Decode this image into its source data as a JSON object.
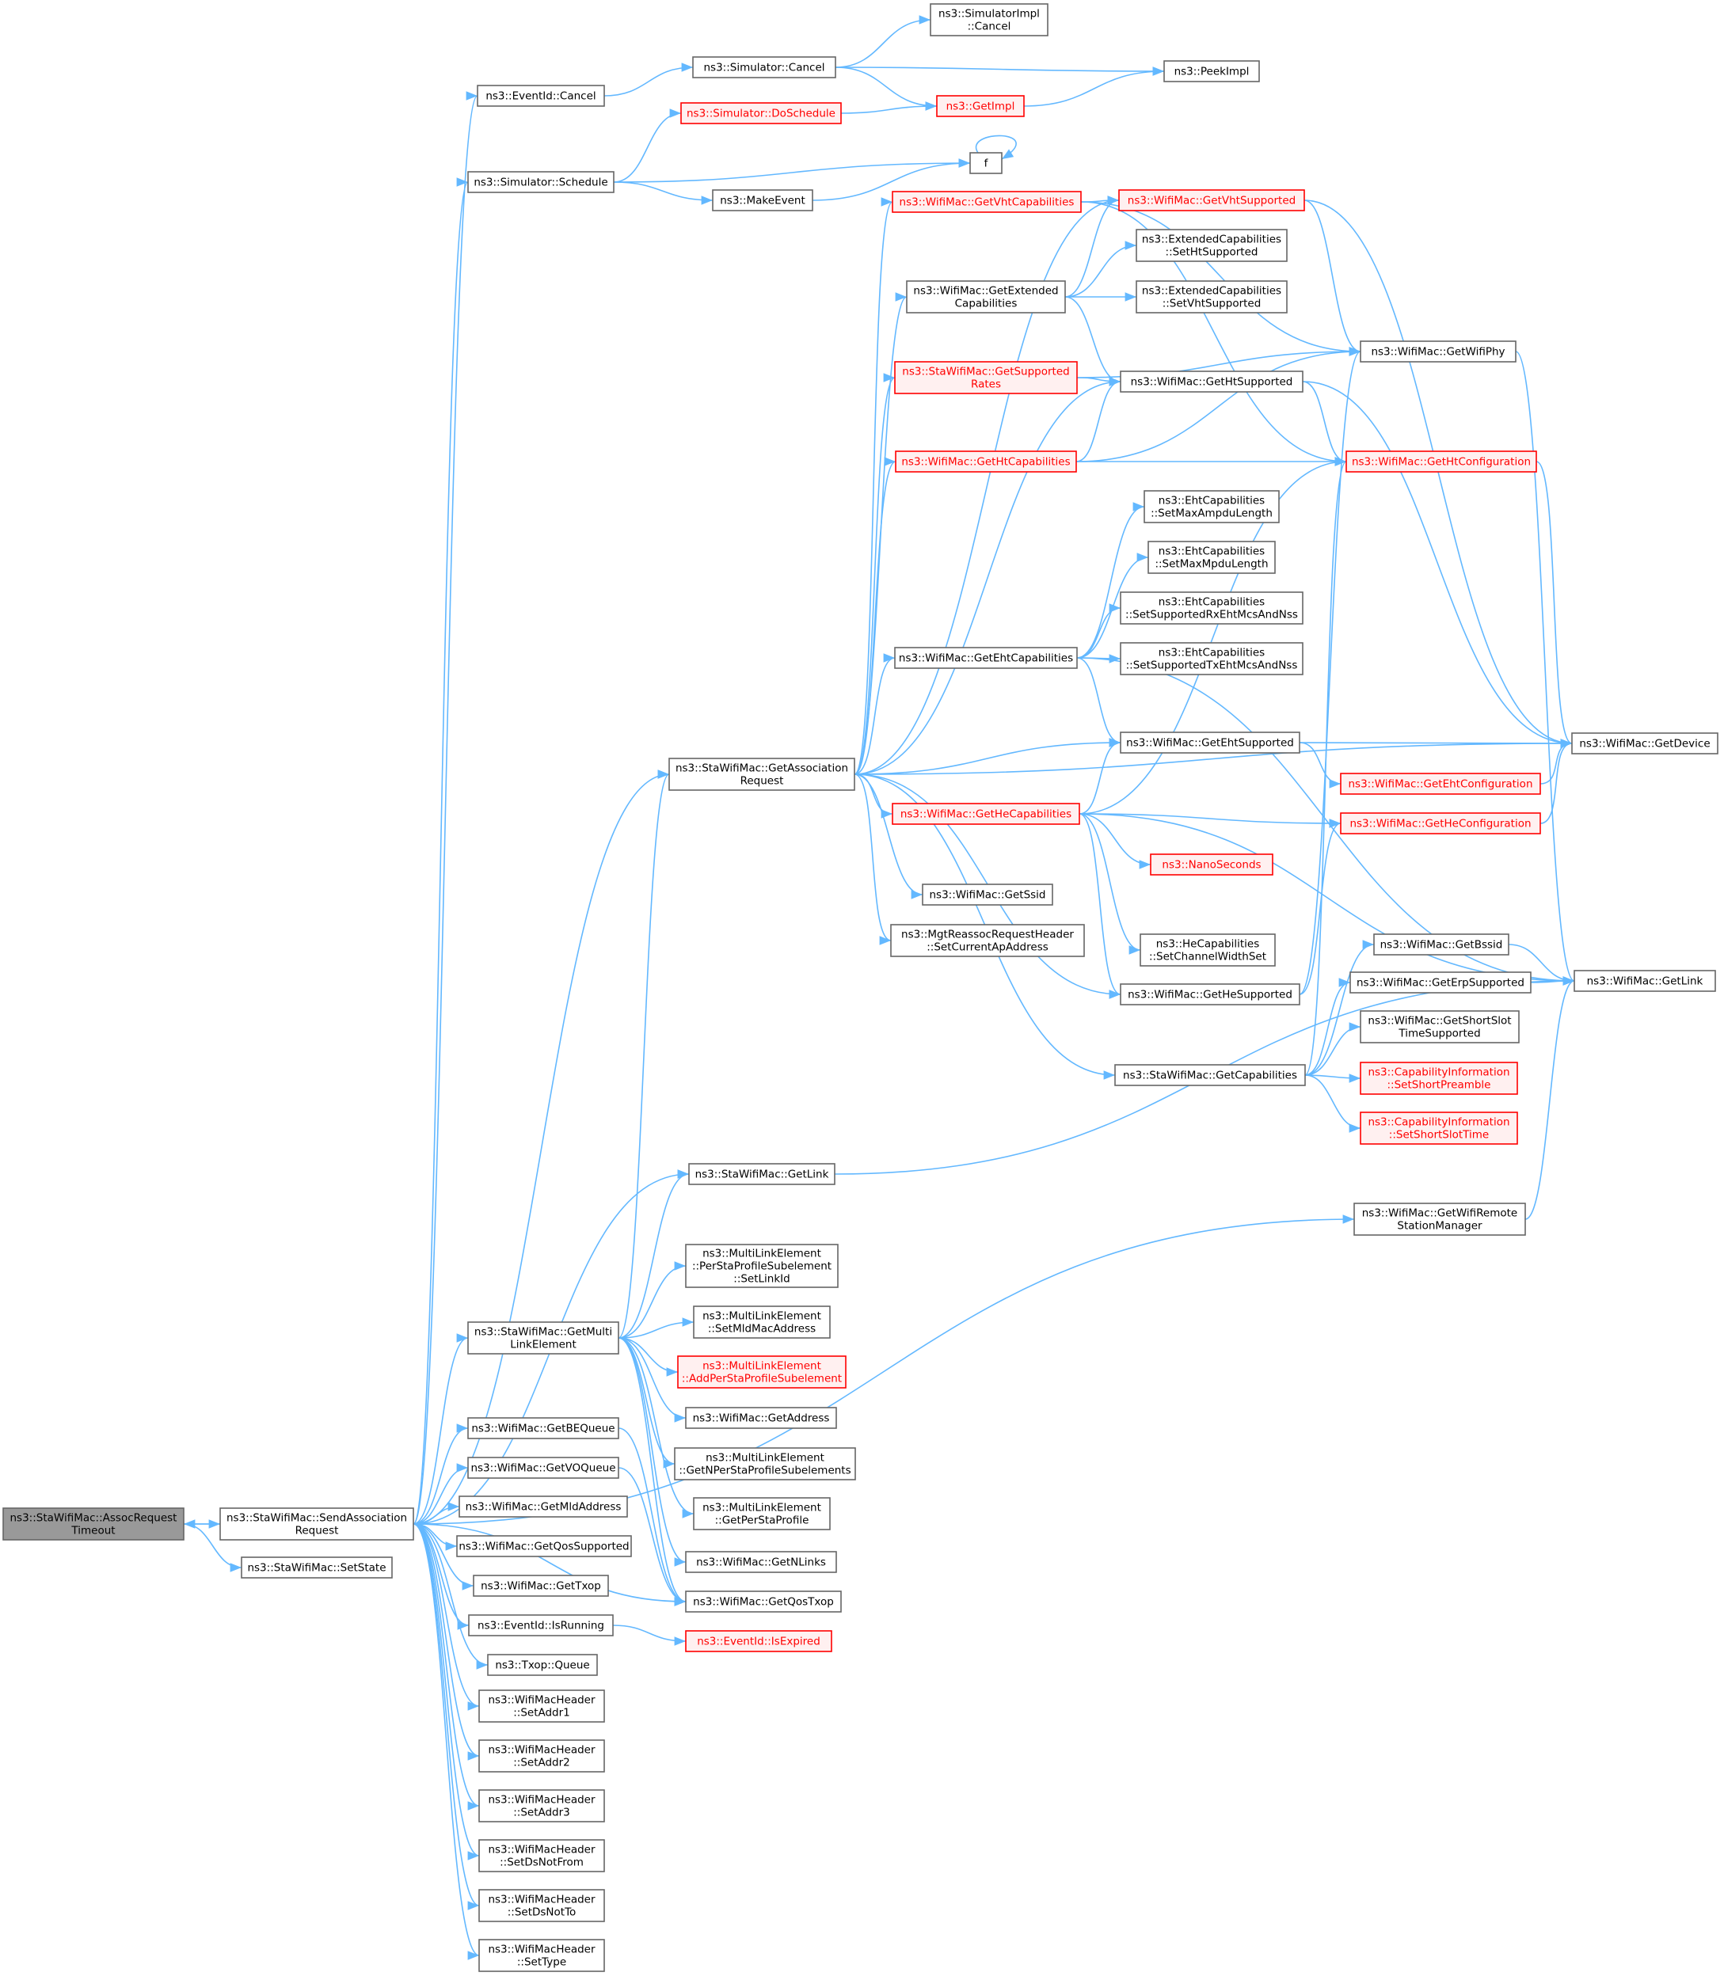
{
  "colors": {
    "edge": "#63b8ff",
    "node_border": "#666666",
    "node_fill": "#ffffff",
    "link_red": "#ff0000",
    "red_fill": "#fff0f0",
    "root_fill": "#999999"
  },
  "nodes": [
    {
      "id": "root",
      "lines": [
        "ns3::StaWifiMac::AssocRequest",
        "Timeout"
      ],
      "style": "root"
    },
    {
      "id": "send",
      "lines": [
        "ns3::StaWifiMac::SendAssociation",
        "Request"
      ],
      "style": "normal"
    },
    {
      "id": "setstate",
      "lines": [
        "ns3::StaWifiMac::SetState"
      ],
      "style": "normal"
    },
    {
      "id": "evcancel",
      "lines": [
        "ns3::EventId::Cancel"
      ],
      "style": "normal"
    },
    {
      "id": "simschedule",
      "lines": [
        "ns3::Simulator::Schedule"
      ],
      "style": "normal"
    },
    {
      "id": "simcancel",
      "lines": [
        "ns3::Simulator::Cancel"
      ],
      "style": "normal"
    },
    {
      "id": "simimplcancel",
      "lines": [
        "ns3::SimulatorImpl",
        "::Cancel"
      ],
      "style": "normal"
    },
    {
      "id": "peekimpl",
      "lines": [
        "ns3::PeekImpl"
      ],
      "style": "normal"
    },
    {
      "id": "getimpl",
      "lines": [
        "ns3::GetImpl"
      ],
      "style": "red"
    },
    {
      "id": "doschedule",
      "lines": [
        "ns3::Simulator::DoSchedule"
      ],
      "style": "red"
    },
    {
      "id": "f",
      "lines": [
        "f"
      ],
      "style": "normal"
    },
    {
      "id": "makeevent",
      "lines": [
        "ns3::MakeEvent"
      ],
      "style": "normal"
    },
    {
      "id": "getvhtcap",
      "lines": [
        "ns3::WifiMac::GetVhtCapabilities"
      ],
      "style": "red"
    },
    {
      "id": "getvhtsup",
      "lines": [
        "ns3::WifiMac::GetVhtSupported"
      ],
      "style": "red"
    },
    {
      "id": "getextcap",
      "lines": [
        "ns3::WifiMac::GetExtended",
        "Capabilities"
      ],
      "style": "normal"
    },
    {
      "id": "extsetht",
      "lines": [
        "ns3::ExtendedCapabilities",
        "::SetHtSupported"
      ],
      "style": "normal"
    },
    {
      "id": "extsetvht",
      "lines": [
        "ns3::ExtendedCapabilities",
        "::SetVhtSupported"
      ],
      "style": "normal"
    },
    {
      "id": "getsuprates",
      "lines": [
        "ns3::StaWifiMac::GetSupported",
        "Rates"
      ],
      "style": "red"
    },
    {
      "id": "getwifiphy",
      "lines": [
        "ns3::WifiMac::GetWifiPhy"
      ],
      "style": "normal"
    },
    {
      "id": "gethtsup",
      "lines": [
        "ns3::WifiMac::GetHtSupported"
      ],
      "style": "normal"
    },
    {
      "id": "gethtcap",
      "lines": [
        "ns3::WifiMac::GetHtCapabilities"
      ],
      "style": "red"
    },
    {
      "id": "gethtconf",
      "lines": [
        "ns3::WifiMac::GetHtConfiguration"
      ],
      "style": "red"
    },
    {
      "id": "ehtmaxampdu",
      "lines": [
        "ns3::EhtCapabilities",
        "::SetMaxAmpduLength"
      ],
      "style": "normal"
    },
    {
      "id": "ehtmaxmpdu",
      "lines": [
        "ns3::EhtCapabilities",
        "::SetMaxMpduLength"
      ],
      "style": "normal"
    },
    {
      "id": "ehtrx",
      "lines": [
        "ns3::EhtCapabilities",
        "::SetSupportedRxEhtMcsAndNss"
      ],
      "style": "normal"
    },
    {
      "id": "ehttx",
      "lines": [
        "ns3::EhtCapabilities",
        "::SetSupportedTxEhtMcsAndNss"
      ],
      "style": "normal"
    },
    {
      "id": "getehtcap",
      "lines": [
        "ns3::WifiMac::GetEhtCapabilities"
      ],
      "style": "normal"
    },
    {
      "id": "getehtsup",
      "lines": [
        "ns3::WifiMac::GetEhtSupported"
      ],
      "style": "normal"
    },
    {
      "id": "getdevice",
      "lines": [
        "ns3::WifiMac::GetDevice"
      ],
      "style": "normal"
    },
    {
      "id": "getassoc",
      "lines": [
        "ns3::StaWifiMac::GetAssociation",
        "Request"
      ],
      "style": "normal"
    },
    {
      "id": "getehtconf",
      "lines": [
        "ns3::WifiMac::GetEhtConfiguration"
      ],
      "style": "red"
    },
    {
      "id": "gethecap",
      "lines": [
        "ns3::WifiMac::GetHeCapabilities"
      ],
      "style": "red"
    },
    {
      "id": "getheconf",
      "lines": [
        "ns3::WifiMac::GetHeConfiguration"
      ],
      "style": "red"
    },
    {
      "id": "nanosec",
      "lines": [
        "ns3::NanoSeconds"
      ],
      "style": "red"
    },
    {
      "id": "getssid",
      "lines": [
        "ns3::WifiMac::GetSsid"
      ],
      "style": "normal"
    },
    {
      "id": "mgtreassoc",
      "lines": [
        "ns3::MgtReassocRequestHeader",
        "::SetCurrentApAddress"
      ],
      "style": "normal"
    },
    {
      "id": "hechwidth",
      "lines": [
        "ns3::HeCapabilities",
        "::SetChannelWidthSet"
      ],
      "style": "normal"
    },
    {
      "id": "getbssid",
      "lines": [
        "ns3::WifiMac::GetBssid"
      ],
      "style": "normal"
    },
    {
      "id": "getlinkmac",
      "lines": [
        "ns3::WifiMac::GetLink"
      ],
      "style": "normal"
    },
    {
      "id": "getersup",
      "lines": [
        "ns3::WifiMac::GetErpSupported"
      ],
      "style": "normal"
    },
    {
      "id": "gethesup",
      "lines": [
        "ns3::WifiMac::GetHeSupported"
      ],
      "style": "normal"
    },
    {
      "id": "getshortslot",
      "lines": [
        "ns3::WifiMac::GetShortSlot",
        "TimeSupported"
      ],
      "style": "normal"
    },
    {
      "id": "getcaps",
      "lines": [
        "ns3::StaWifiMac::GetCapabilities"
      ],
      "style": "normal"
    },
    {
      "id": "setshortpre",
      "lines": [
        "ns3::CapabilityInformation",
        "::SetShortPreamble"
      ],
      "style": "red"
    },
    {
      "id": "setshortslot",
      "lines": [
        "ns3::CapabilityInformation",
        "::SetShortSlotTime"
      ],
      "style": "red"
    },
    {
      "id": "stagetlink",
      "lines": [
        "ns3::StaWifiMac::GetLink"
      ],
      "style": "normal"
    },
    {
      "id": "getremote",
      "lines": [
        "ns3::WifiMac::GetWifiRemote",
        "StationManager"
      ],
      "style": "normal"
    },
    {
      "id": "mlsetlinkid",
      "lines": [
        "ns3::MultiLinkElement",
        "::PerStaProfileSubelement",
        "::SetLinkId"
      ],
      "style": "normal"
    },
    {
      "id": "getmultilink",
      "lines": [
        "ns3::StaWifiMac::GetMulti",
        "LinkElement"
      ],
      "style": "normal"
    },
    {
      "id": "mlsetmld",
      "lines": [
        "ns3::MultiLinkElement",
        "::SetMldMacAddress"
      ],
      "style": "normal"
    },
    {
      "id": "mladdper",
      "lines": [
        "ns3::MultiLinkElement",
        "::AddPerStaProfileSubelement"
      ],
      "style": "red"
    },
    {
      "id": "getaddress",
      "lines": [
        "ns3::WifiMac::GetAddress"
      ],
      "style": "normal"
    },
    {
      "id": "mlgetn",
      "lines": [
        "ns3::MultiLinkElement",
        "::GetNPerStaProfileSubelements"
      ],
      "style": "normal"
    },
    {
      "id": "mlgetper",
      "lines": [
        "ns3::MultiLinkElement",
        "::GetPerStaProfile"
      ],
      "style": "normal"
    },
    {
      "id": "getbeq",
      "lines": [
        "ns3::WifiMac::GetBEQueue"
      ],
      "style": "normal"
    },
    {
      "id": "getvoq",
      "lines": [
        "ns3::WifiMac::GetVOQueue"
      ],
      "style": "normal"
    },
    {
      "id": "getmld",
      "lines": [
        "ns3::WifiMac::GetMldAddress"
      ],
      "style": "normal"
    },
    {
      "id": "getqossup",
      "lines": [
        "ns3::WifiMac::GetQosSupported"
      ],
      "style": "normal"
    },
    {
      "id": "getnlinks",
      "lines": [
        "ns3::WifiMac::GetNLinks"
      ],
      "style": "normal"
    },
    {
      "id": "gettxop",
      "lines": [
        "ns3::WifiMac::GetTxop"
      ],
      "style": "normal"
    },
    {
      "id": "getqostxop",
      "lines": [
        "ns3::WifiMac::GetQosTxop"
      ],
      "style": "normal"
    },
    {
      "id": "isrunning",
      "lines": [
        "ns3::EventId::IsRunning"
      ],
      "style": "normal"
    },
    {
      "id": "isexpired",
      "lines": [
        "ns3::EventId::IsExpired"
      ],
      "style": "red"
    },
    {
      "id": "txopqueue",
      "lines": [
        "ns3::Txop::Queue"
      ],
      "style": "normal"
    },
    {
      "id": "setaddr1",
      "lines": [
        "ns3::WifiMacHeader",
        "::SetAddr1"
      ],
      "style": "normal"
    },
    {
      "id": "setaddr2",
      "lines": [
        "ns3::WifiMacHeader",
        "::SetAddr2"
      ],
      "style": "normal"
    },
    {
      "id": "setaddr3",
      "lines": [
        "ns3::WifiMacHeader",
        "::SetAddr3"
      ],
      "style": "normal"
    },
    {
      "id": "setdsnotfrom",
      "lines": [
        "ns3::WifiMacHeader",
        "::SetDsNotFrom"
      ],
      "style": "normal"
    },
    {
      "id": "setdsnotto",
      "lines": [
        "ns3::WifiMacHeader",
        "::SetDsNotTo"
      ],
      "style": "normal"
    },
    {
      "id": "settype",
      "lines": [
        "ns3::WifiMacHeader",
        "::SetType"
      ],
      "style": "normal"
    }
  ],
  "edges": [
    [
      "send",
      "root"
    ],
    [
      "root",
      "send"
    ],
    [
      "root",
      "setstate"
    ],
    [
      "send",
      "evcancel"
    ],
    [
      "send",
      "simschedule"
    ],
    [
      "send",
      "getassoc"
    ],
    [
      "send",
      "stagetlink"
    ],
    [
      "send",
      "getremote"
    ],
    [
      "send",
      "getmultilink"
    ],
    [
      "send",
      "getbeq"
    ],
    [
      "send",
      "getvoq"
    ],
    [
      "send",
      "getmld"
    ],
    [
      "send",
      "getqossup"
    ],
    [
      "send",
      "gettxop"
    ],
    [
      "send",
      "isrunning"
    ],
    [
      "send",
      "txopqueue"
    ],
    [
      "send",
      "setaddr1"
    ],
    [
      "send",
      "setaddr2"
    ],
    [
      "send",
      "setaddr3"
    ],
    [
      "send",
      "setdsnotfrom"
    ],
    [
      "send",
      "setdsnotto"
    ],
    [
      "send",
      "settype"
    ],
    [
      "send",
      "getqostxop"
    ],
    [
      "evcancel",
      "simcancel"
    ],
    [
      "simcancel",
      "simimplcancel"
    ],
    [
      "simcancel",
      "peekimpl"
    ],
    [
      "simcancel",
      "getimpl"
    ],
    [
      "getimpl",
      "peekimpl"
    ],
    [
      "simschedule",
      "doschedule"
    ],
    [
      "simschedule",
      "f"
    ],
    [
      "simschedule",
      "makeevent"
    ],
    [
      "doschedule",
      "getimpl"
    ],
    [
      "f",
      "f"
    ],
    [
      "makeevent",
      "f"
    ],
    [
      "getassoc",
      "getvhtcap"
    ],
    [
      "getassoc",
      "getvhtsup"
    ],
    [
      "getassoc",
      "getextcap"
    ],
    [
      "getassoc",
      "getsuprates"
    ],
    [
      "getassoc",
      "gethtsup"
    ],
    [
      "getassoc",
      "gethtcap"
    ],
    [
      "getassoc",
      "getehtcap"
    ],
    [
      "getassoc",
      "getehtsup"
    ],
    [
      "getassoc",
      "gethecap"
    ],
    [
      "getassoc",
      "getssid"
    ],
    [
      "getassoc",
      "mgtreassoc"
    ],
    [
      "getassoc",
      "gethesup"
    ],
    [
      "getassoc",
      "getcaps"
    ],
    [
      "getassoc",
      "getdevice"
    ],
    [
      "getvhtcap",
      "getvhtsup"
    ],
    [
      "getvhtcap",
      "getwifiphy"
    ],
    [
      "getvhtcap",
      "gethtconf"
    ],
    [
      "getvhtsup",
      "getwifiphy"
    ],
    [
      "getvhtsup",
      "getdevice"
    ],
    [
      "getextcap",
      "getvhtsup"
    ],
    [
      "getextcap",
      "extsetht"
    ],
    [
      "getextcap",
      "extsetvht"
    ],
    [
      "getextcap",
      "gethtsup"
    ],
    [
      "getsuprates",
      "getwifiphy"
    ],
    [
      "getsuprates",
      "gethtsup"
    ],
    [
      "gethtsup",
      "gethtconf"
    ],
    [
      "gethtsup",
      "getdevice"
    ],
    [
      "gethtcap",
      "gethtsup"
    ],
    [
      "gethtcap",
      "getwifiphy"
    ],
    [
      "gethtcap",
      "gethtconf"
    ],
    [
      "gethtconf",
      "getdevice"
    ],
    [
      "getwifiphy",
      "getlinkmac"
    ],
    [
      "getehtcap",
      "ehtmaxampdu"
    ],
    [
      "getehtcap",
      "ehtmaxmpdu"
    ],
    [
      "getehtcap",
      "ehtrx"
    ],
    [
      "getehtcap",
      "ehttx"
    ],
    [
      "getehtcap",
      "getehtsup"
    ],
    [
      "getehtcap",
      "getlinkmac"
    ],
    [
      "getehtsup",
      "getdevice"
    ],
    [
      "getehtsup",
      "getehtconf"
    ],
    [
      "getehtconf",
      "getdevice"
    ],
    [
      "gethecap",
      "getehtsup"
    ],
    [
      "gethecap",
      "gethtconf"
    ],
    [
      "gethecap",
      "getheconf"
    ],
    [
      "gethecap",
      "nanosec"
    ],
    [
      "gethecap",
      "getlinkmac"
    ],
    [
      "gethecap",
      "hechwidth"
    ],
    [
      "gethecap",
      "gethesup"
    ],
    [
      "getheconf",
      "getdevice"
    ],
    [
      "gethesup",
      "getheconf"
    ],
    [
      "gethesup",
      "getwifiphy"
    ],
    [
      "getcaps",
      "getbssid"
    ],
    [
      "getcaps",
      "getersup"
    ],
    [
      "getcaps",
      "getshortslot"
    ],
    [
      "getcaps",
      "setshortpre"
    ],
    [
      "getcaps",
      "setshortslot"
    ],
    [
      "getcaps",
      "gethtconf"
    ],
    [
      "getbssid",
      "getlinkmac"
    ],
    [
      "getersup",
      "getlinkmac"
    ],
    [
      "stagetlink",
      "getlinkmac"
    ],
    [
      "getremote",
      "getlinkmac"
    ],
    [
      "getmultilink",
      "getassoc"
    ],
    [
      "getmultilink",
      "stagetlink"
    ],
    [
      "getmultilink",
      "mlsetlinkid"
    ],
    [
      "getmultilink",
      "mlsetmld"
    ],
    [
      "getmultilink",
      "mladdper"
    ],
    [
      "getmultilink",
      "getaddress"
    ],
    [
      "getmultilink",
      "mlgetn"
    ],
    [
      "getmultilink",
      "mlgetper"
    ],
    [
      "getmultilink",
      "getnlinks"
    ],
    [
      "getmultilink",
      "getqostxop"
    ],
    [
      "getbeq",
      "getqostxop"
    ],
    [
      "getvoq",
      "getqostxop"
    ],
    [
      "isrunning",
      "isexpired"
    ]
  ]
}
